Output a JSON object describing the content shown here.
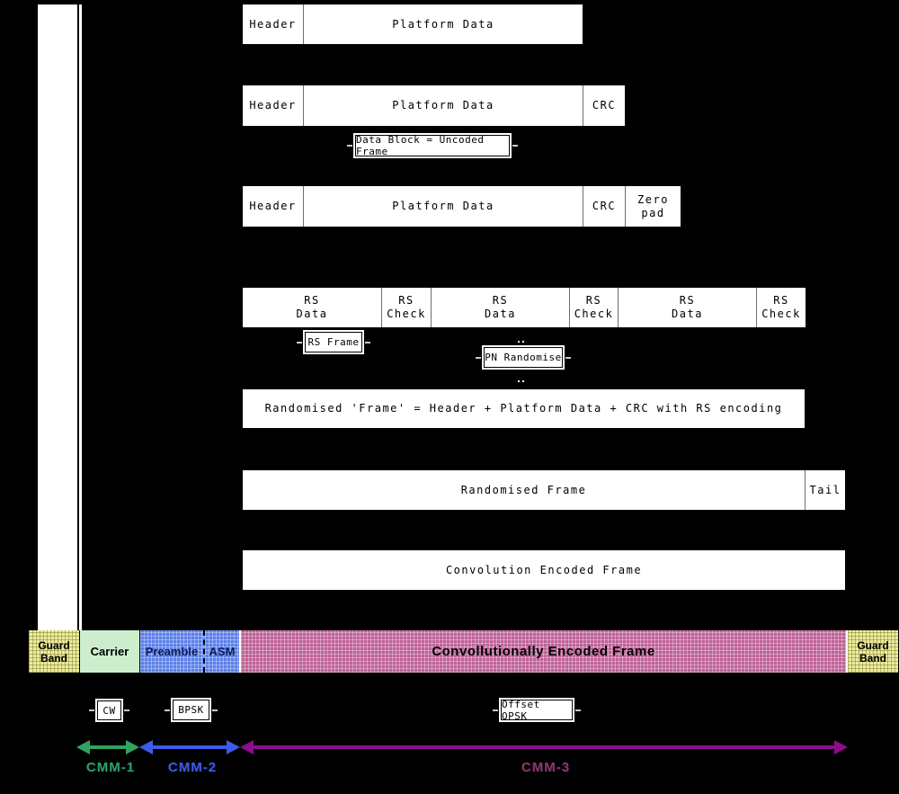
{
  "frames": {
    "row1": {
      "cells": [
        {
          "label": "Header"
        },
        {
          "label": "Platform Data"
        }
      ]
    },
    "row2": {
      "cells": [
        {
          "label": "Header"
        },
        {
          "label": "Platform Data"
        },
        {
          "label": "CRC"
        }
      ]
    },
    "data_block_callout": "Data Block = Uncoded Frame",
    "row3": {
      "cells": [
        {
          "label": "Header"
        },
        {
          "label": "Platform Data"
        },
        {
          "label": "CRC"
        },
        {
          "label": "Zero pad"
        }
      ]
    },
    "rs_row": {
      "cells": [
        {
          "line1": "RS",
          "line2": "Data"
        },
        {
          "line1": "RS",
          "line2": "Check"
        },
        {
          "line1": "RS",
          "line2": "Data"
        },
        {
          "line1": "RS",
          "line2": "Check"
        },
        {
          "line1": "RS",
          "line2": "Data"
        },
        {
          "line1": "RS",
          "line2": "Check"
        }
      ]
    },
    "rs_frame_callout": "RS Frame",
    "pn_randomise_callout": "PN Randomise",
    "randomised_eq": "Randomised 'Frame' = Header + Platform Data + CRC with RS encoding",
    "randomised_row": {
      "cells": [
        {
          "label": "Randomised Frame"
        },
        {
          "label": "Tail"
        }
      ]
    },
    "convolution_row": "Convolution Encoded Frame"
  },
  "channel": {
    "segments": [
      {
        "label": "Guard Band",
        "fill": "yellow-hatch"
      },
      {
        "label": "Carrier",
        "fill": "pale-green"
      },
      {
        "label": "Preamble",
        "fill": "blue-hatch"
      },
      {
        "label": "ASM",
        "fill": "blue-hatch"
      },
      {
        "label": "Convollutionally Encoded Frame",
        "fill": "pink-hatch"
      },
      {
        "label": "Guard Band",
        "fill": "yellow-hatch"
      }
    ]
  },
  "modulation": {
    "cw": "CW",
    "bpsk": "BPSK",
    "offset_qpsk": "Offset QPSK"
  },
  "cmm_arrows": [
    {
      "label": "CMM-1",
      "label_color": "#2fa35f",
      "arrow_color": "#2fa35f"
    },
    {
      "label": "CMM-2",
      "label_color": "#3d5be8",
      "arrow_color": "#3d5be8"
    },
    {
      "label": "CMM-3",
      "label_color": "#993366",
      "arrow_color": "#8b0d8b"
    }
  ],
  "colors": {
    "background": "#000000",
    "box_fill": "#ffffff",
    "box_text": "#000000",
    "guard_band": "#ecec9c",
    "carrier": "#cdeecd",
    "preamble_asm": "#5b80e8",
    "encoded_frame": "#bf6198"
  }
}
